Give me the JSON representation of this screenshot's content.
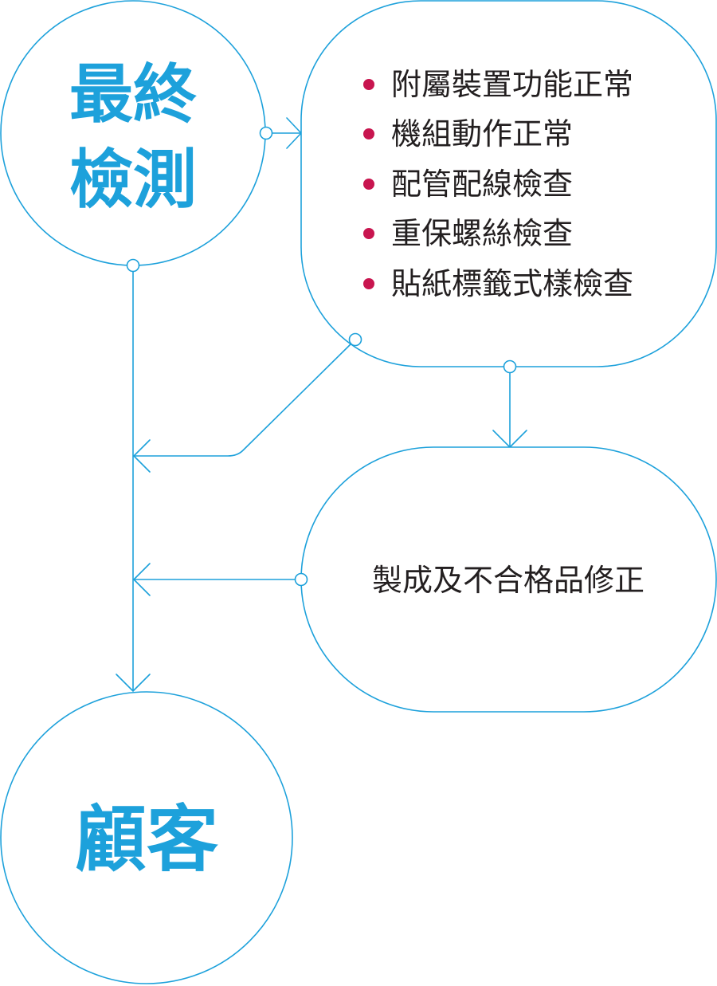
{
  "colors": {
    "line": "#1da1db",
    "title_text": "#1da1db",
    "body_text": "#231f20",
    "bullet": "#c8154f",
    "background": "#ffffff"
  },
  "final_inspection": {
    "title_line1": "最終",
    "title_line2": "檢測"
  },
  "checklist": {
    "items": [
      "附屬裝置功能正常",
      "機組動作正常",
      "配管配線檢查",
      "重保螺絲檢查",
      "貼紙標籤式樣檢查"
    ]
  },
  "repair": {
    "label": "製成及不合格品修正"
  },
  "customer": {
    "title": "顧客"
  }
}
